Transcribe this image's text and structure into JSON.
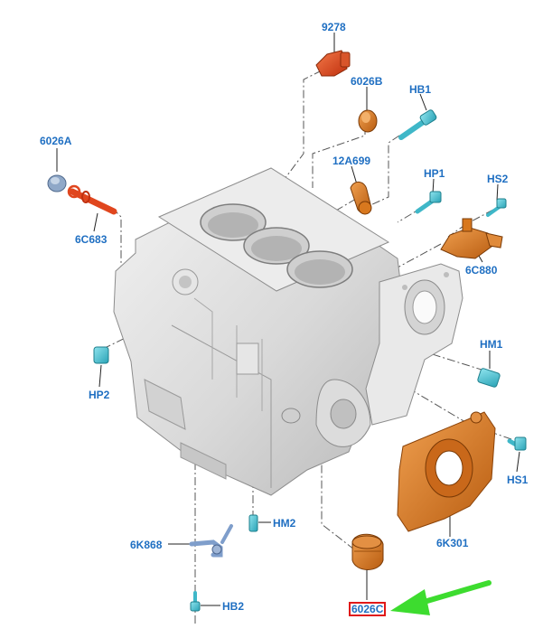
{
  "labels": {
    "p9278": "9278",
    "p6026B": "6026B",
    "pHB1": "HB1",
    "p6026A": "6026A",
    "p12A699": "12A699",
    "pHP1": "HP1",
    "pHS2": "HS2",
    "p6C683": "6C683",
    "p6C880": "6C880",
    "pHM1": "HM1",
    "pHP2": "HP2",
    "pHS1": "HS1",
    "pHM2": "HM2",
    "p6K868": "6K868",
    "p6K301": "6K301",
    "pHB2": "HB2",
    "p6026C": "6026C"
  },
  "highlighted_part": "6026C",
  "colors": {
    "label_text": "#1f6fc2",
    "highlight_box": "#e01919",
    "arrow": "#3ddc2f",
    "part_orange": "#d8781e",
    "part_red": "#e0461e",
    "part_cyan": "#3fbfcf",
    "part_blue_gray": "#8fa8c8",
    "block_gray": "#d8d8d8"
  }
}
